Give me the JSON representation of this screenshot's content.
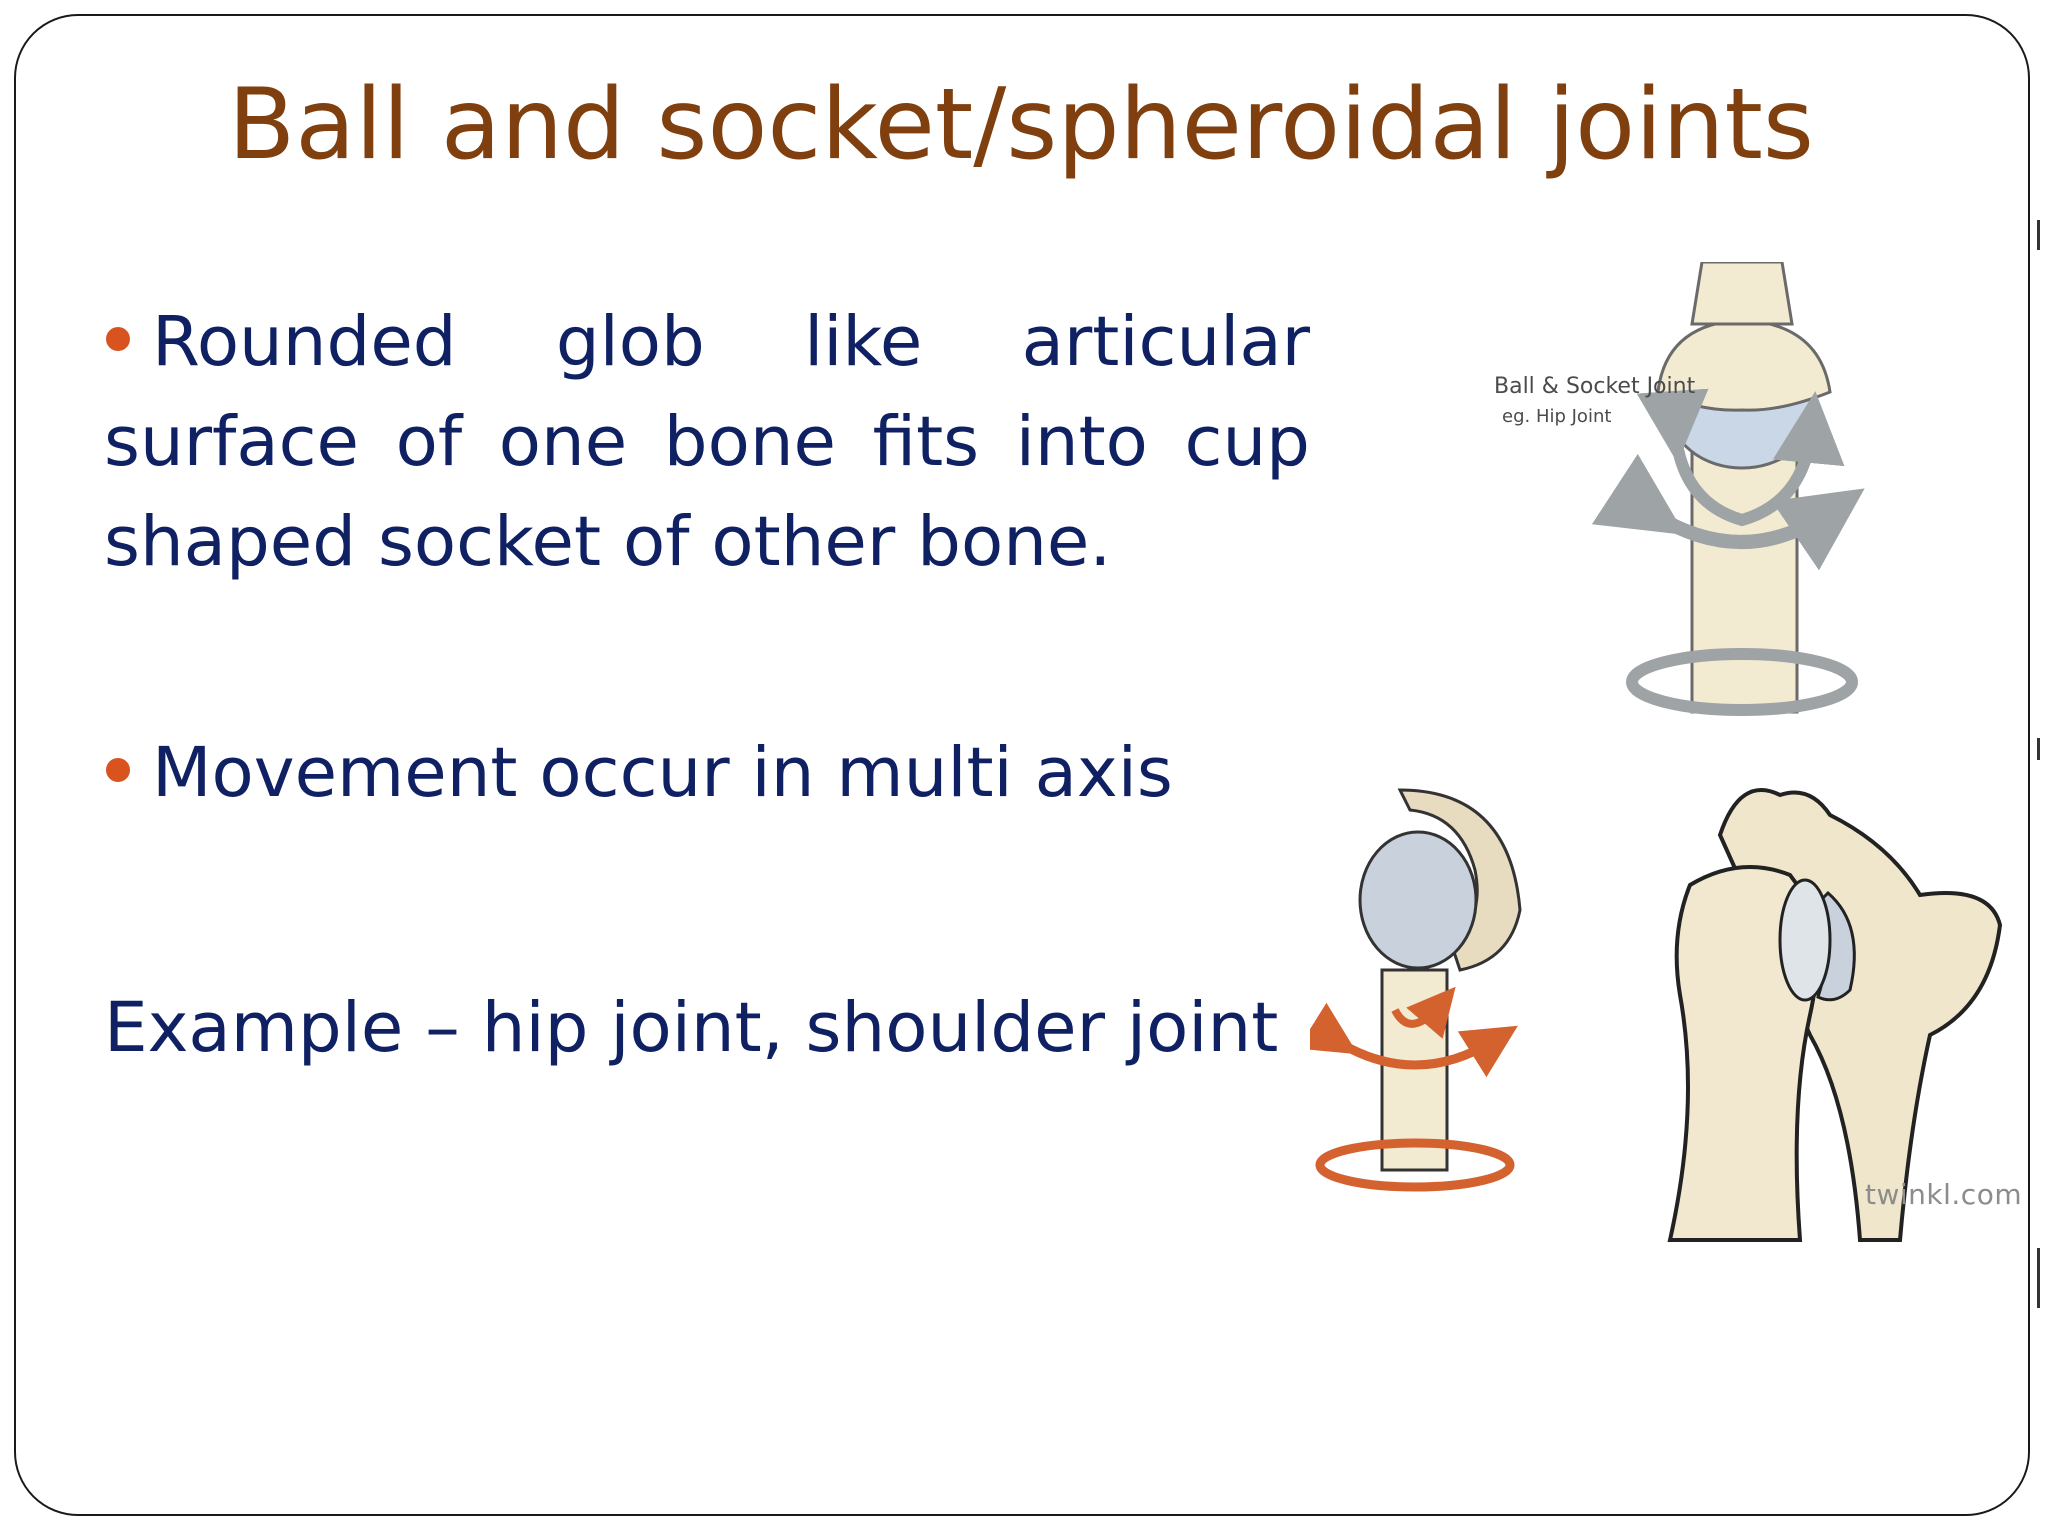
{
  "slide": {
    "title": "Ball and socket/spheroidal joints",
    "bullets": [
      {
        "text": "Rounded glob like articular surface of  one bone fits into cup shaped socket  of other bone."
      },
      {
        "text": "Movement occur in multi axis"
      }
    ],
    "example_text": "Example – hip joint, shoulder joint"
  },
  "figures": {
    "top_right": {
      "caption_line1": "Ball & Socket Joint",
      "caption_line2": "eg. Hip Joint"
    },
    "watermark": "twinkl.com"
  },
  "colors": {
    "title": "#7f3f0f",
    "body_text": "#0f2163",
    "bullet": "#d9531e",
    "bone": "#f3ead2",
    "cartilage": "#c9d7e6",
    "arrow_grey": "#9ea3a6",
    "arrow_orange": "#d4622f"
  }
}
